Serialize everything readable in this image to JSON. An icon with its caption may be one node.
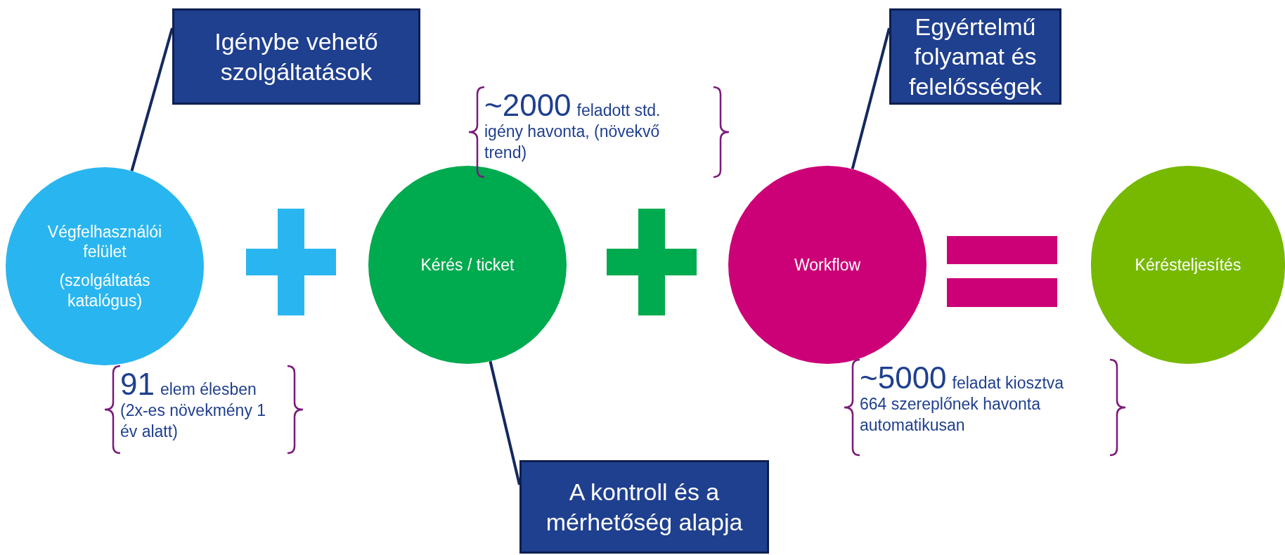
{
  "diagram": {
    "nodes": [
      {
        "text": [
          "Végfelhasználói felület",
          "(szolgáltatás katalógus)"
        ]
      },
      {
        "text": [
          "Kérés / ticket"
        ]
      },
      {
        "text": [
          "Workflow"
        ]
      },
      {
        "text": [
          "Kérésteljesítés"
        ]
      },
      {
        "text": [
          "Igénybe vehető szolgáltatások"
        ]
      },
      {
        "text": [
          "Egyértelmű folyamat és felelősségek"
        ]
      },
      {
        "text": [
          "A kontroll és a mérhetőség alapja"
        ]
      },
      {
        "text": [],
        "shape": "plus"
      },
      {
        "text": [],
        "shape": "plus"
      },
      {
        "text": [],
        "shape": "equals"
      }
    ],
    "edges": [
      {
        "from": 4,
        "to": 0,
        "arrow": "none"
      },
      {
        "from": 5,
        "to": 2,
        "arrow": "none"
      },
      {
        "from": 6,
        "to": 1,
        "arrow": "none"
      }
    ],
    "labels": [
      "91",
      "elem élesben (2x-es növekmény 1 év alatt)",
      "~2000",
      "feladott std. igény havonta, (növekvő trend)",
      "~5000",
      "feladat kiosztva 664 szereplőnek havonta automatikusan"
    ]
  }
}
